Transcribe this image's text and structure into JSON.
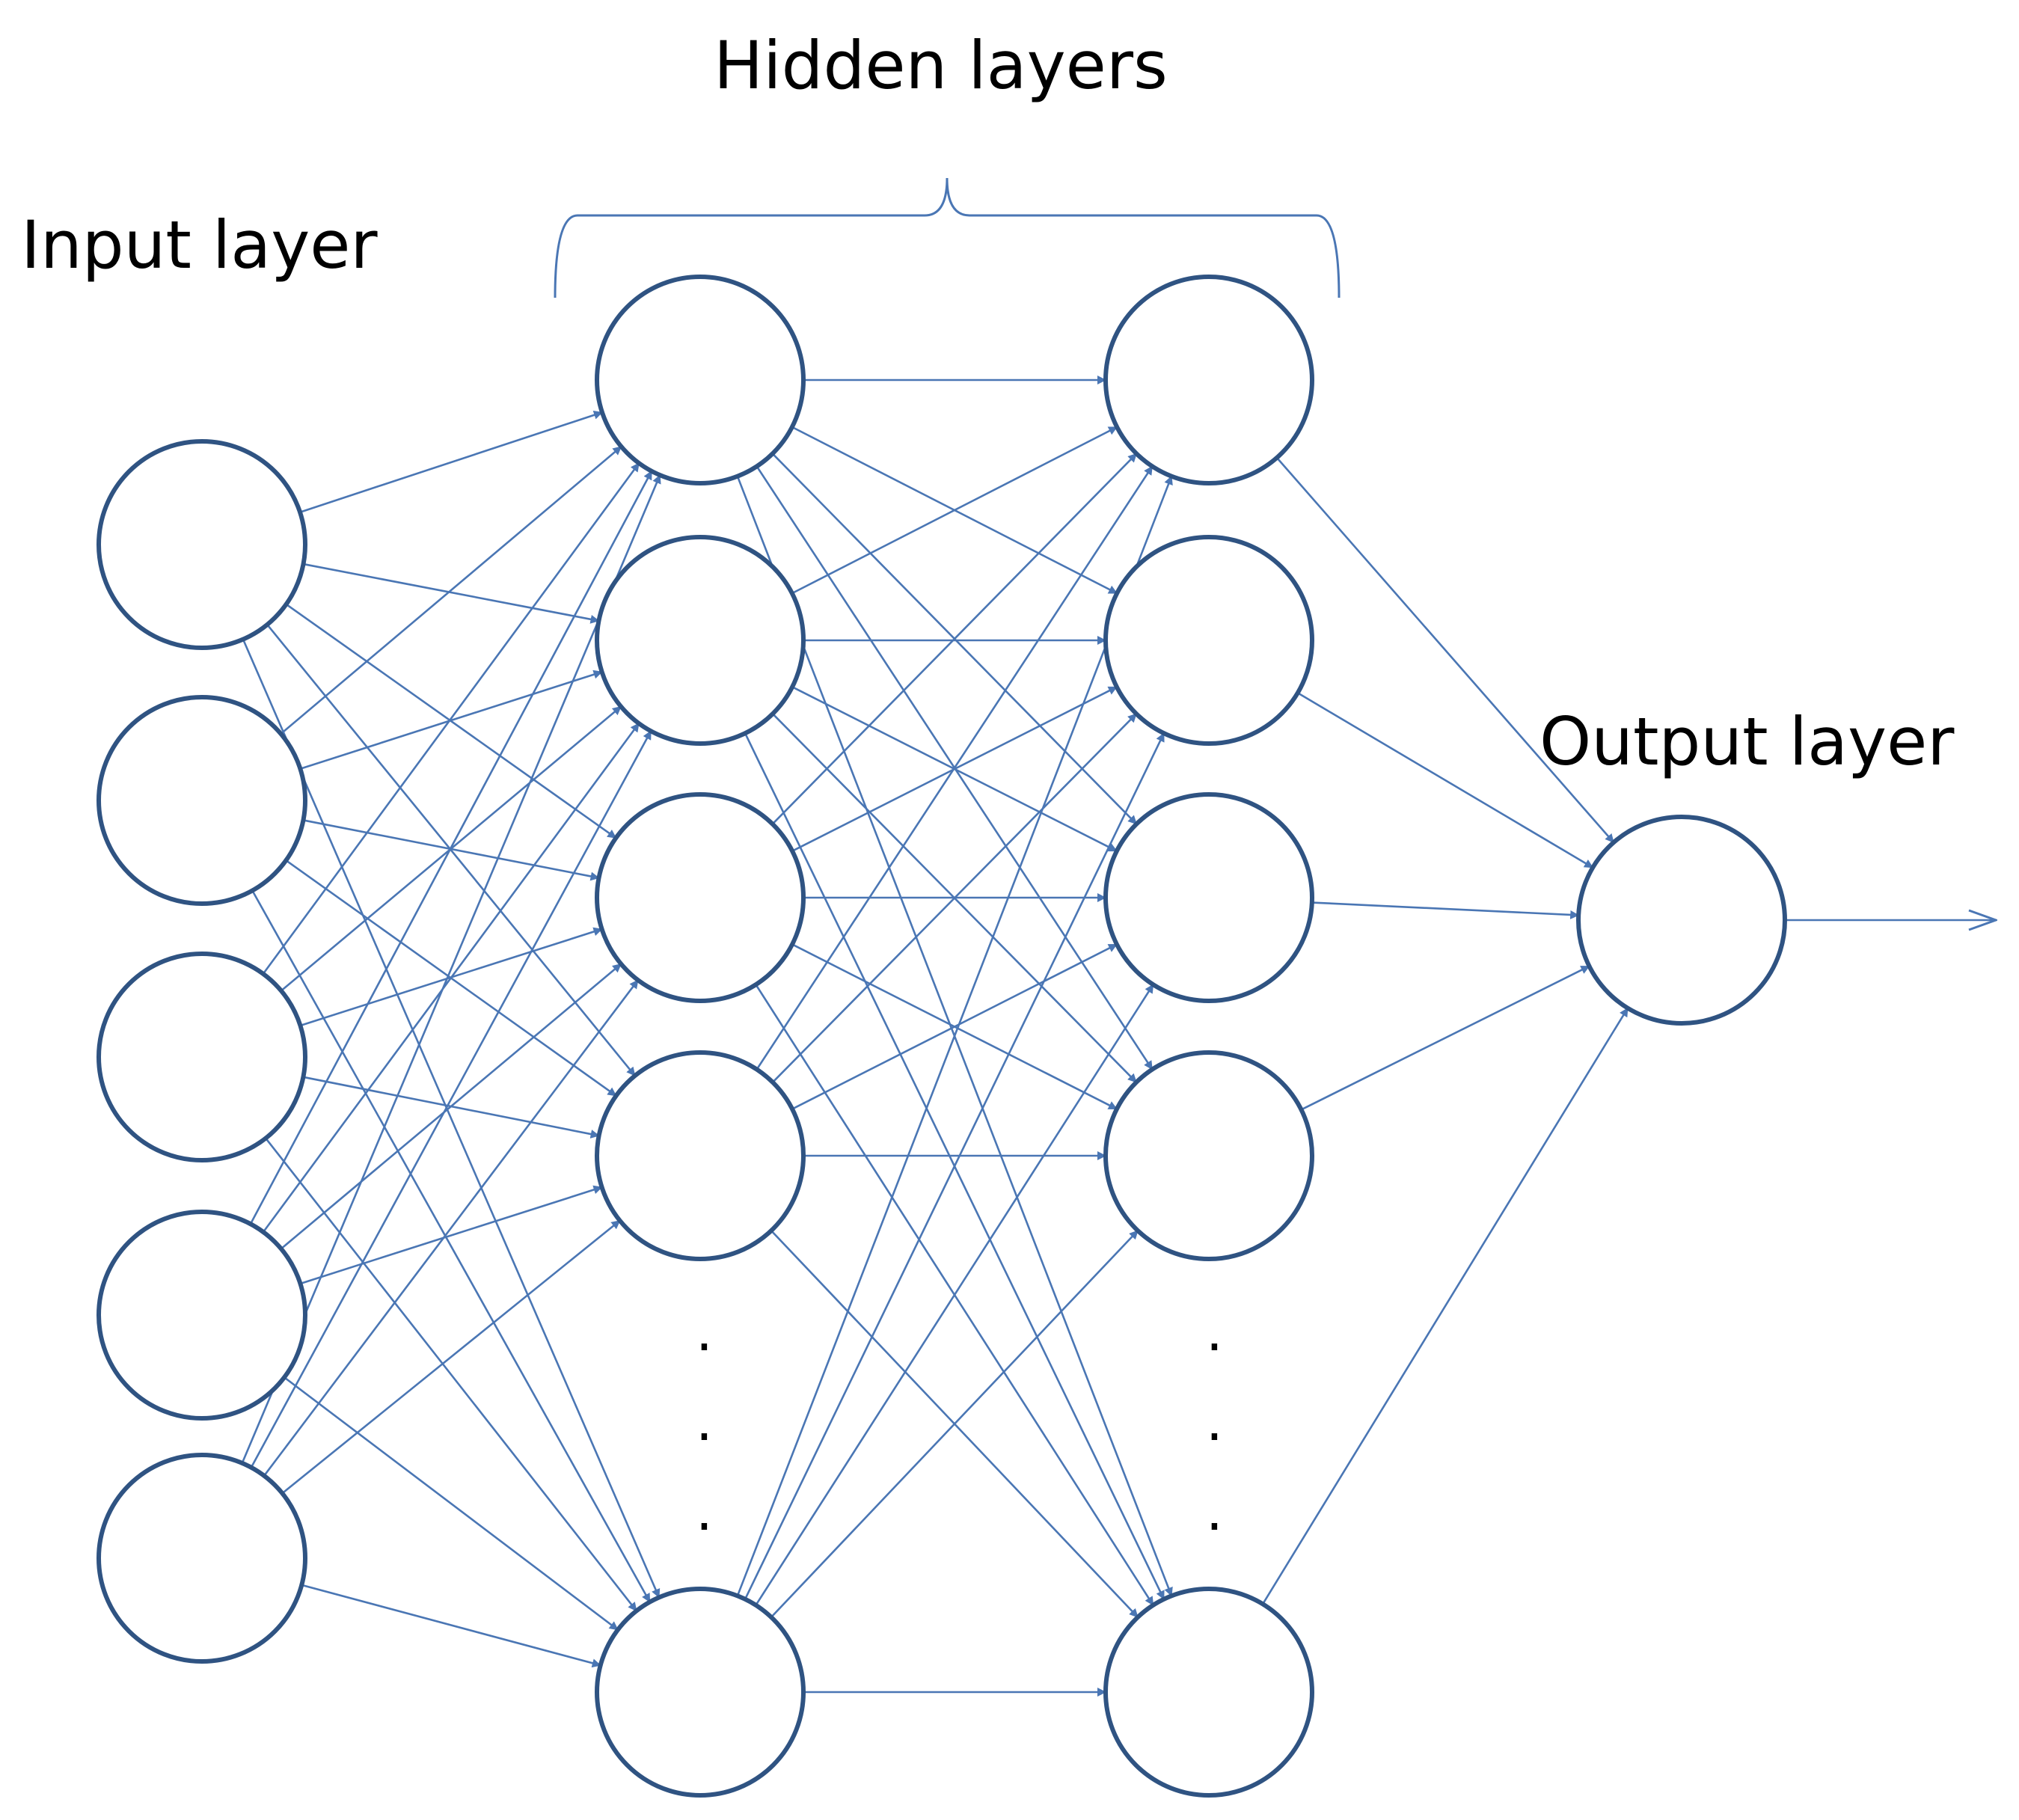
{
  "labels": {
    "input_layer": "Input layer",
    "hidden_layers": "Hidden layers",
    "output_layer": "Output layer"
  },
  "ellipsis": ".",
  "colors": {
    "node_stroke": "#2f5382",
    "edge_stroke": "#4a76b4",
    "background": "#ffffff",
    "text": "#000000"
  },
  "network": {
    "layers": [
      {
        "name": "input",
        "visible_nodes": 5,
        "has_ellipsis": false
      },
      {
        "name": "hidden-1",
        "visible_nodes": 5,
        "has_ellipsis": true
      },
      {
        "name": "hidden-2",
        "visible_nodes": 5,
        "has_ellipsis": true
      },
      {
        "name": "output",
        "visible_nodes": 1,
        "has_ellipsis": false
      }
    ],
    "fully_connected": true,
    "output_arrow": true
  }
}
